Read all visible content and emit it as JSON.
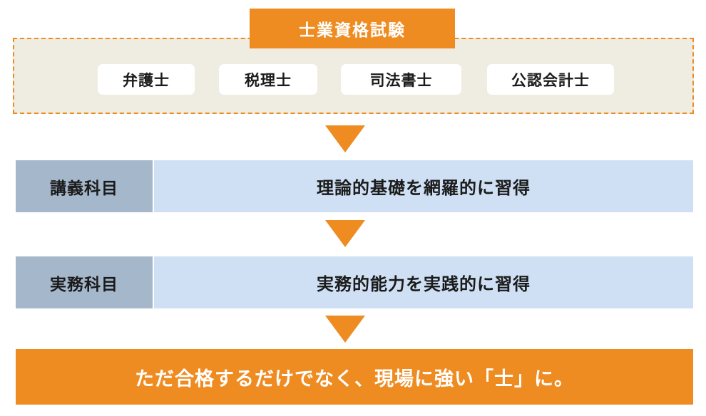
{
  "colors": {
    "orange": "#EE8C22",
    "beige": "#EFEDE2",
    "label_blue": "#A5B7CB",
    "content_blue": "#CFE0F4",
    "text_dark": "#1B1B1B",
    "white": "#FFFFFF"
  },
  "exam": {
    "title": "士業資格試験",
    "qualifications": [
      "弁護士",
      "税理士",
      "司法書士",
      "公認会計士"
    ]
  },
  "icons": {
    "down_arrow": "down-arrow-triangle"
  },
  "curriculum_rows": [
    {
      "label": "講義科目",
      "description": "理論的基礎を網羅的に習得"
    },
    {
      "label": "実務科目",
      "description": "実務的能力を実践的に習得"
    }
  ],
  "conclusion": "ただ合格するだけでなく、現場に強い「士」に。"
}
